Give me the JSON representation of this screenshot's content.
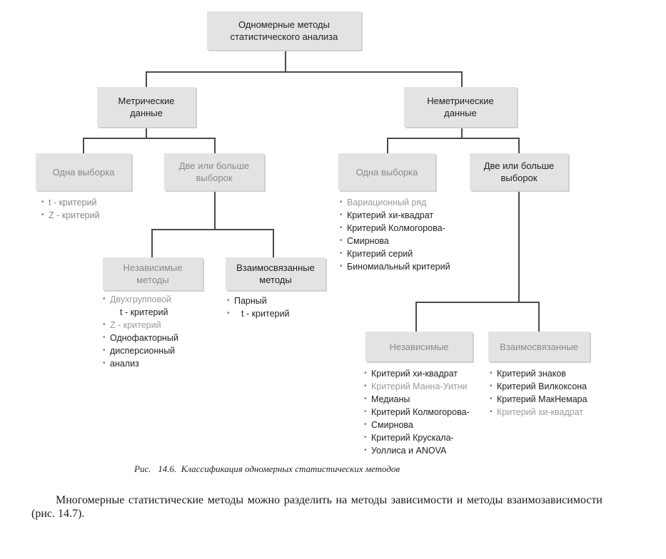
{
  "root": {
    "line1": "Одномерные методы",
    "line2": "статистического анализа"
  },
  "metric": {
    "line1": "Метрические",
    "line2": "данные"
  },
  "nonmetric": {
    "line1": "Неметрические",
    "line2": "данные"
  },
  "metric_one": {
    "label": "Одна выборка",
    "items": [
      "t - критерий",
      "Z - критерий"
    ]
  },
  "metric_two": {
    "line1": "Две или больше",
    "line2": "выборок"
  },
  "metric_indep": {
    "line1": "Независимые",
    "line2": "методы",
    "items": [
      "Двухгрупповой",
      "t - критерий",
      "Z - критерий",
      "Однофакторный",
      "дисперсионный",
      "анализ"
    ]
  },
  "metric_related": {
    "line1": "Взаимосвязанные",
    "line2": "методы",
    "items": [
      "Парный",
      "t - критерий"
    ]
  },
  "nonmetric_one": {
    "label": "Одна выборка",
    "items": [
      "Вариационный ряд",
      "Критерий хи-квадрат",
      "Критерий Колмогорова-",
      "Смирнова",
      "Критерий серий",
      "Биномиальный критерий"
    ]
  },
  "nonmetric_two": {
    "line1": "Две или больше",
    "line2": "выборок"
  },
  "nonmetric_indep": {
    "label": "Независимые",
    "items": [
      "Критерий хи-квадрат",
      "Критерий Манна-Уитни",
      "Медианы",
      "Критерий Колмогорова-",
      "Смирнова",
      "Критерий Крускала-",
      "Уоллиса и ANOVA"
    ]
  },
  "nonmetric_related": {
    "label": "Взаимосвязанные",
    "items": [
      "Критерий знаков",
      "Критерий Вилкоксона",
      "Критерий МакНемара",
      "Критерий хи-квадрат"
    ]
  },
  "caption": {
    "prefix": "Рис.",
    "number": "14.6.",
    "text": "Классификация одномерных статистических методов"
  },
  "body_text": "Многомерные статистические методы можно разделить на методы зависимости и методы взаимозависимости (рис. 14.7)."
}
